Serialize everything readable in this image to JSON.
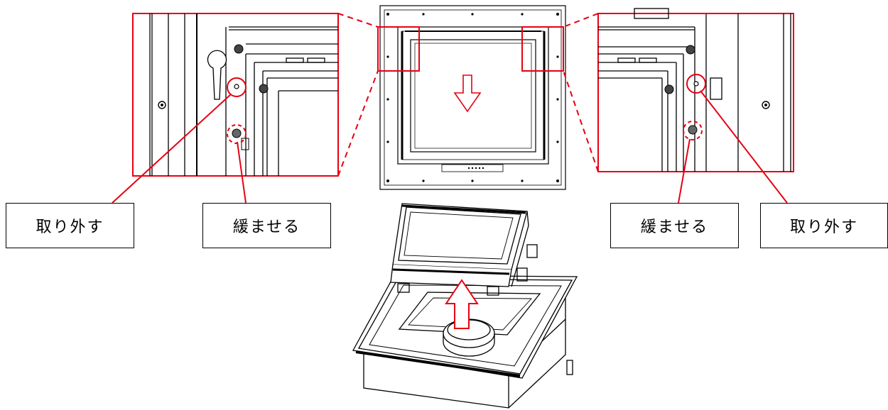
{
  "labels": {
    "remove_left": "取り外す",
    "loosen_left": "緩ませる",
    "loosen_right": "緩ませる",
    "remove_right": "取り外す"
  },
  "colors": {
    "callout": "#e60012",
    "line": "#000000",
    "background": "#ffffff"
  },
  "icons": {
    "down_arrow": "down-arrow-icon",
    "up_arrow": "up-arrow-icon",
    "screw": "screw-icon"
  }
}
